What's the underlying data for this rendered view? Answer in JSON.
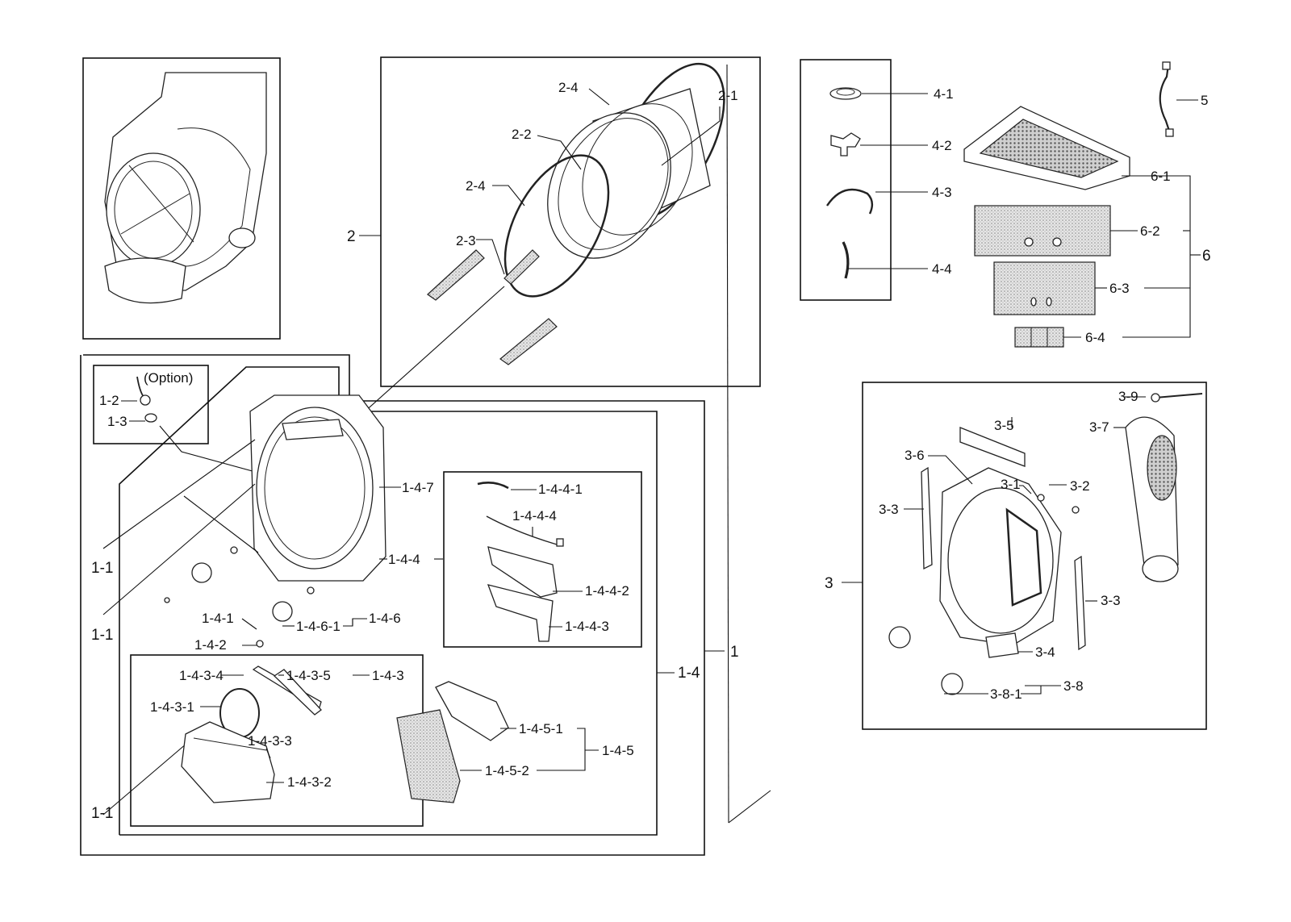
{
  "labels": {
    "option": "(Option)",
    "l_1_2": "1-2",
    "l_1_3": "1-3",
    "l_1_1_a": "1-1",
    "l_1_1_b": "1-1",
    "l_1_1_c": "1-1",
    "l_1_4_7": "1-4-7",
    "l_1_4_4": "1-4-4",
    "l_1_4_4_1": "1-4-4-1",
    "l_1_4_4_4": "1-4-4-4",
    "l_1_4_4_2": "1-4-4-2",
    "l_1_4_4_3": "1-4-4-3",
    "l_1_4_1": "1-4-1",
    "l_1_4_2": "1-4-2",
    "l_1_4_6_1": "1-4-6-1",
    "l_1_4_6": "1-4-6",
    "l_1_4_3_4": "1-4-3-4",
    "l_1_4_3_5": "1-4-3-5",
    "l_1_4_3": "1-4-3",
    "l_1_4_3_1": "1-4-3-1",
    "l_1_4_3_3": "1-4-3-3",
    "l_1_4_3_2": "1-4-3-2",
    "l_1_4_5_1": "1-4-5-1",
    "l_1_4_5_2": "1-4-5-2",
    "l_1_4_5": "1-4-5",
    "l_1_4": "1-4",
    "l_1": "1",
    "l_2": "2",
    "l_2_1": "2-1",
    "l_2_2": "2-2",
    "l_2_3": "2-3",
    "l_2_4_a": "2-4",
    "l_2_4_b": "2-4",
    "l_3": "3",
    "l_3_1": "3-1",
    "l_3_2": "3-2",
    "l_3_3_a": "3-3",
    "l_3_3_b": "3-3",
    "l_3_4": "3-4",
    "l_3_5": "3-5",
    "l_3_6": "3-6",
    "l_3_7": "3-7",
    "l_3_8": "3-8",
    "l_3_8_1": "3-8-1",
    "l_3_9": "3-9",
    "l_4_1": "4-1",
    "l_4_2": "4-2",
    "l_4_3": "4-3",
    "l_4_4": "4-4",
    "l_5": "5",
    "l_6": "6",
    "l_6_1": "6-1",
    "l_6_2": "6-2",
    "l_6_3": "6-3",
    "l_6_4": "6-4"
  }
}
